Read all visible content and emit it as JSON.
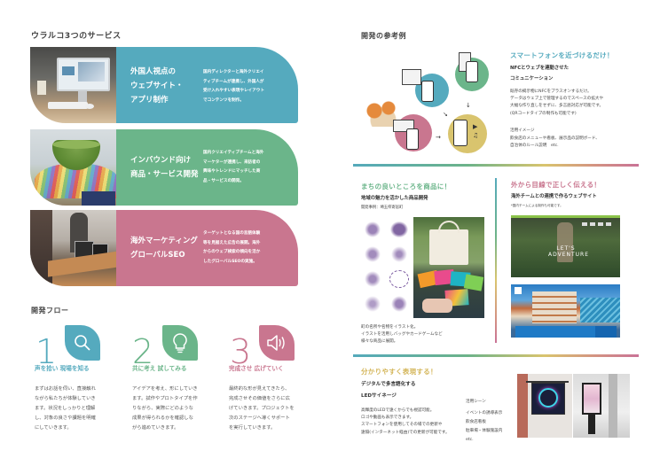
{
  "left_page": {
    "services_title": "ウラルコ3つのサービス",
    "services": [
      {
        "title_lines": [
          "外国人視点の",
          "ウェブサイト・",
          "アプリ制作"
        ],
        "desc_lines": [
          "国内ディレクターと海外クリエイ",
          "ティブチームが連携し、外国人が",
          "受け入れやすい表現やレイアウト",
          "でコンテンツを制作。"
        ],
        "color": "#55aabe",
        "photo": "desktop-monitor-photo"
      },
      {
        "title_lines": [
          "インバウンド向け",
          "商品・サービス開発"
        ],
        "desc_lines": [
          "国内クリエイティブチームと海外",
          "マーケターが連携し、来訪者の",
          "興味やトレンドにマッチした商",
          "品・サービスの開発。"
        ],
        "color": "#6bb58a",
        "photo": "green-bowl-color-swatch-photo"
      },
      {
        "title_lines": [
          "海外マーケティング",
          "グローバルSEO"
        ],
        "desc_lines": [
          "ターゲットとなる国の言語体験",
          "等を見据えた広告の展開。海外",
          "からのウェブ検索の傾向を活か",
          "したグローバルSEOの実施。"
        ],
        "color": "#c9768f",
        "photo": "office-meeting-photo"
      }
    ],
    "flow_title": "開発フロー",
    "flow_steps": [
      {
        "number": "1",
        "icon": "magnifier-icon",
        "heading": "声を拾い 現場を知る",
        "desc_lines": [
          "まずはお話を伺い、直接触れ",
          "ながら私たちが体験していき",
          "ます。状況をしっかりと理解",
          "し、対象の良さや課題を明確",
          "にしていきます。"
        ],
        "color": "#55aabe"
      },
      {
        "number": "2",
        "icon": "lightbulb-icon",
        "heading": "共に考え 試してみる",
        "desc_lines": [
          "アイデアを考え、形にしていき",
          "ます。試作やプロトタイプを作",
          "りながら、実際にどのような",
          "成果が得られるかを確認しな",
          "がら進めていきます。"
        ],
        "color": "#6bb58a"
      },
      {
        "number": "3",
        "icon": "speaker-icon",
        "heading": "完成させ 広げていく",
        "desc_lines": [
          "最終的な形が見えてきたら、",
          "完成させその価値をさらに広",
          "げていきます。プロジェクトを",
          "次のステージへ導くサポート",
          "を実行していきます。"
        ],
        "color": "#c9768f"
      }
    ]
  },
  "right_page": {
    "examples_title": "開発の参考例",
    "nfc": {
      "heading": "スマートフォンを近づけるだけ！",
      "subheading_lines": [
        "NFCとウェブを連動させた",
        "コミュニケーション"
      ],
      "body_lines": [
        "既存の掲示物にNFCをプラスオンするだけ。",
        "データはウェブ上で管理するのでスペースの拡大や",
        "大幅な作り直しをせずに、多言語対応が可能です。",
        "(QRコードタイプの制作も可能です)"
      ],
      "usage_label": "活用イメージ",
      "usage_lines": [
        "飲食店のメニューや看板、展示品の説明ボード、",
        "自治体のルール説明　etc."
      ],
      "color": "#55aabe"
    },
    "local_products": {
      "heading": "まちの良いところを商品に！",
      "subheading": "地域の魅力を活かした商品開発",
      "case": "開発事例：埼玉県寄居町",
      "body_lines": [
        "町の名所や名物をイラスト化。",
        "イラストを活用しバッグやカードゲームなど",
        "様々な商品に展開。"
      ],
      "color": "#6bb58a"
    },
    "website": {
      "heading": "外から目線で正しく伝える！",
      "subheading": "海外チームとの連携で作るウェブサイト",
      "note": "*国内チームによる制作も可能です。",
      "screens": [
        "LET'S ADVENTURE",
        "hotel-booking-site"
      ],
      "color": "#c9768f"
    },
    "signage": {
      "heading": "分かりやすく表現する！",
      "subheading_lines": [
        "デジタルで多言語化する",
        "LEDサイネージ"
      ],
      "body_lines": [
        "高輝度のLEDで遠くからでも視認可能。",
        "ロゴや動画も表示できます。",
        "スマートフォンを使用してその場での更新や",
        "遠隔(インターネット経由)での更新が可能です。"
      ],
      "usage_label": "活用シーン",
      "usage_lines": [
        "イベントの誘導表示",
        "飲食店看板",
        "駐車場・体験施設内",
        "etc."
      ],
      "color": "#d4b65a"
    }
  }
}
